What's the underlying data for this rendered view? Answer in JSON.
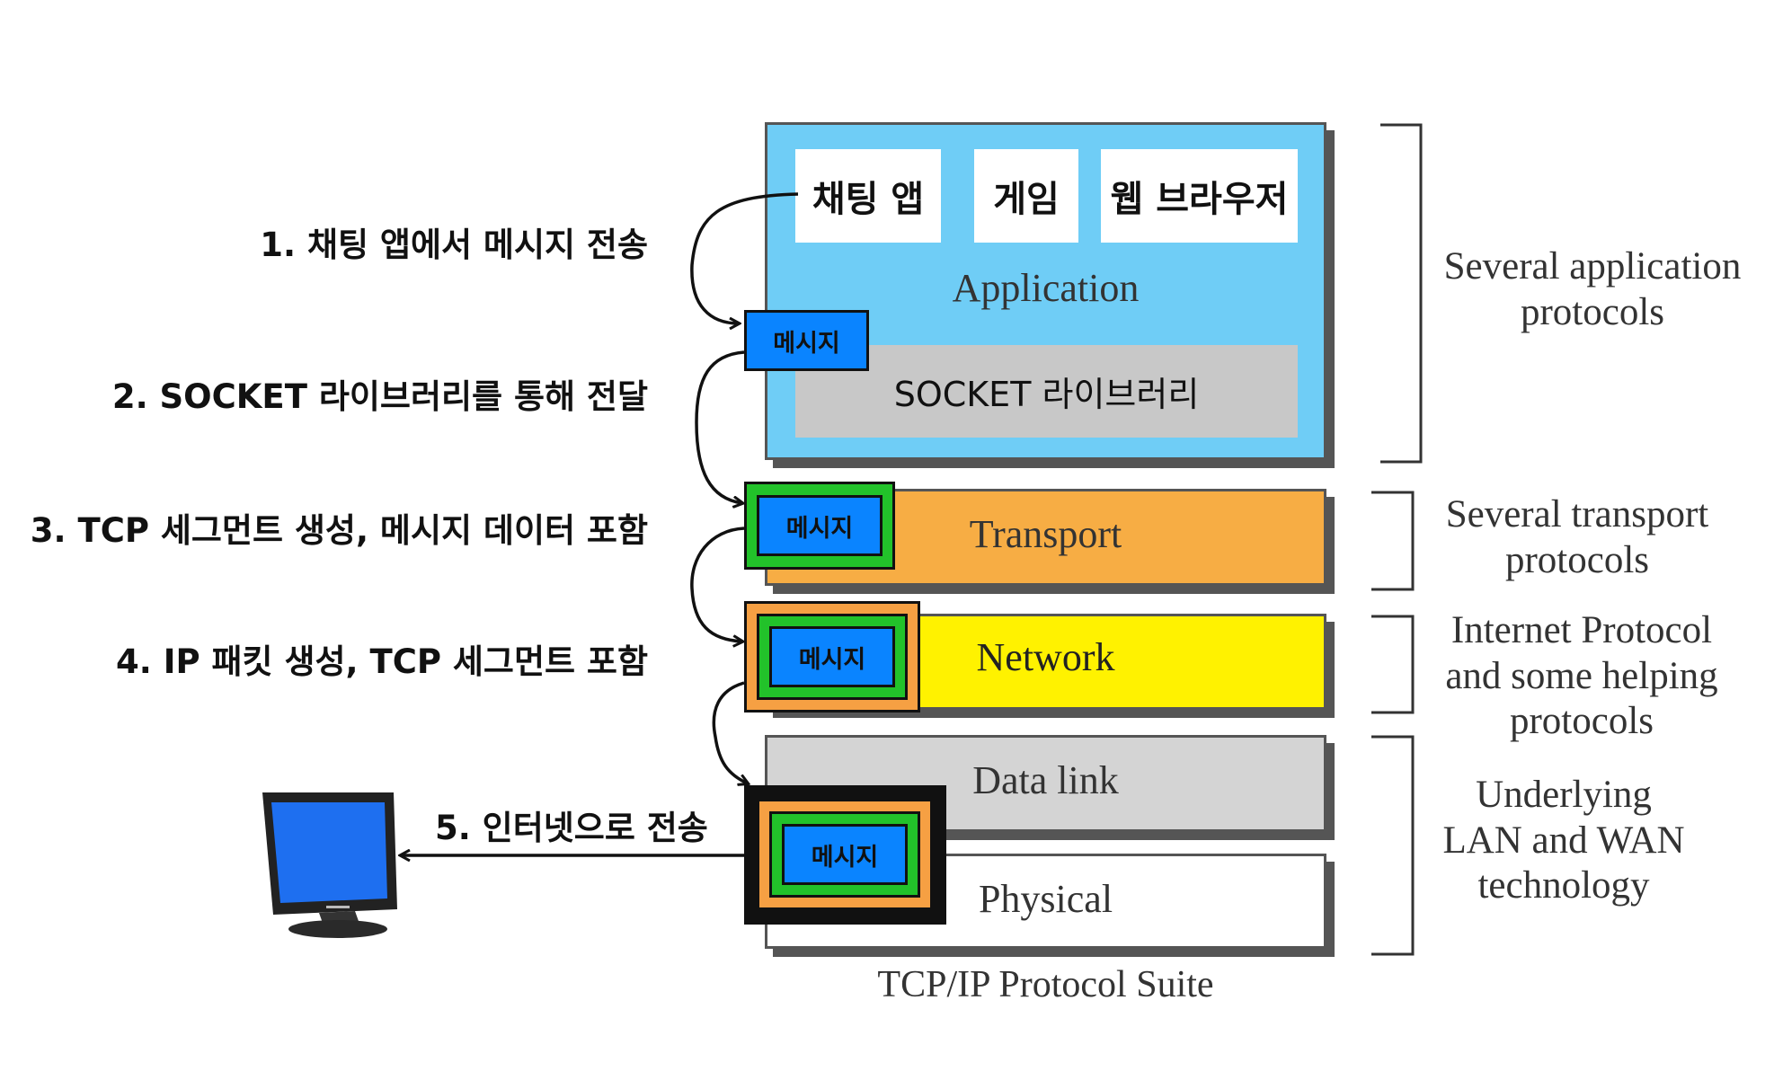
{
  "apps": [
    "채팅 앱",
    "게임",
    "웹 브라우저"
  ],
  "layers": {
    "application": "Application",
    "socket": "SOCKET 라이브러리",
    "transport": "Transport",
    "network": "Network",
    "datalink": "Data link",
    "physical": "Physical"
  },
  "suite_caption": "TCP/IP Protocol Suite",
  "steps": [
    "1. 채팅 앱에서 메시지 전송",
    "2. SOCKET 라이브러리를 통해 전달",
    "3. TCP 세그먼트 생성, 메시지 데이터 포함",
    "4. IP 패킷 생성, TCP 세그먼트 포함",
    "5. 인터넷으로 전송"
  ],
  "message_label": "메시지",
  "brackets": {
    "application": [
      "Several application",
      "protocols"
    ],
    "transport": [
      "Several transport",
      "protocols"
    ],
    "network": [
      "Internet Protocol",
      "and some helping",
      "protocols"
    ],
    "link": [
      "Underlying",
      "LAN and WAN",
      "technology"
    ]
  },
  "colors": {
    "application": "#6fcdf6",
    "socket": "#c8c8c8",
    "transport": "#f7ad44",
    "network": "#fff200",
    "datalink": "#d4d4d4",
    "physical": "#ffffff",
    "message": "#0a84ff",
    "tcp_wrap": "#22c22a",
    "ip_wrap": "#f6a043",
    "frame_wrap": "#111111",
    "monitor_screen": "#1e6ff0"
  }
}
